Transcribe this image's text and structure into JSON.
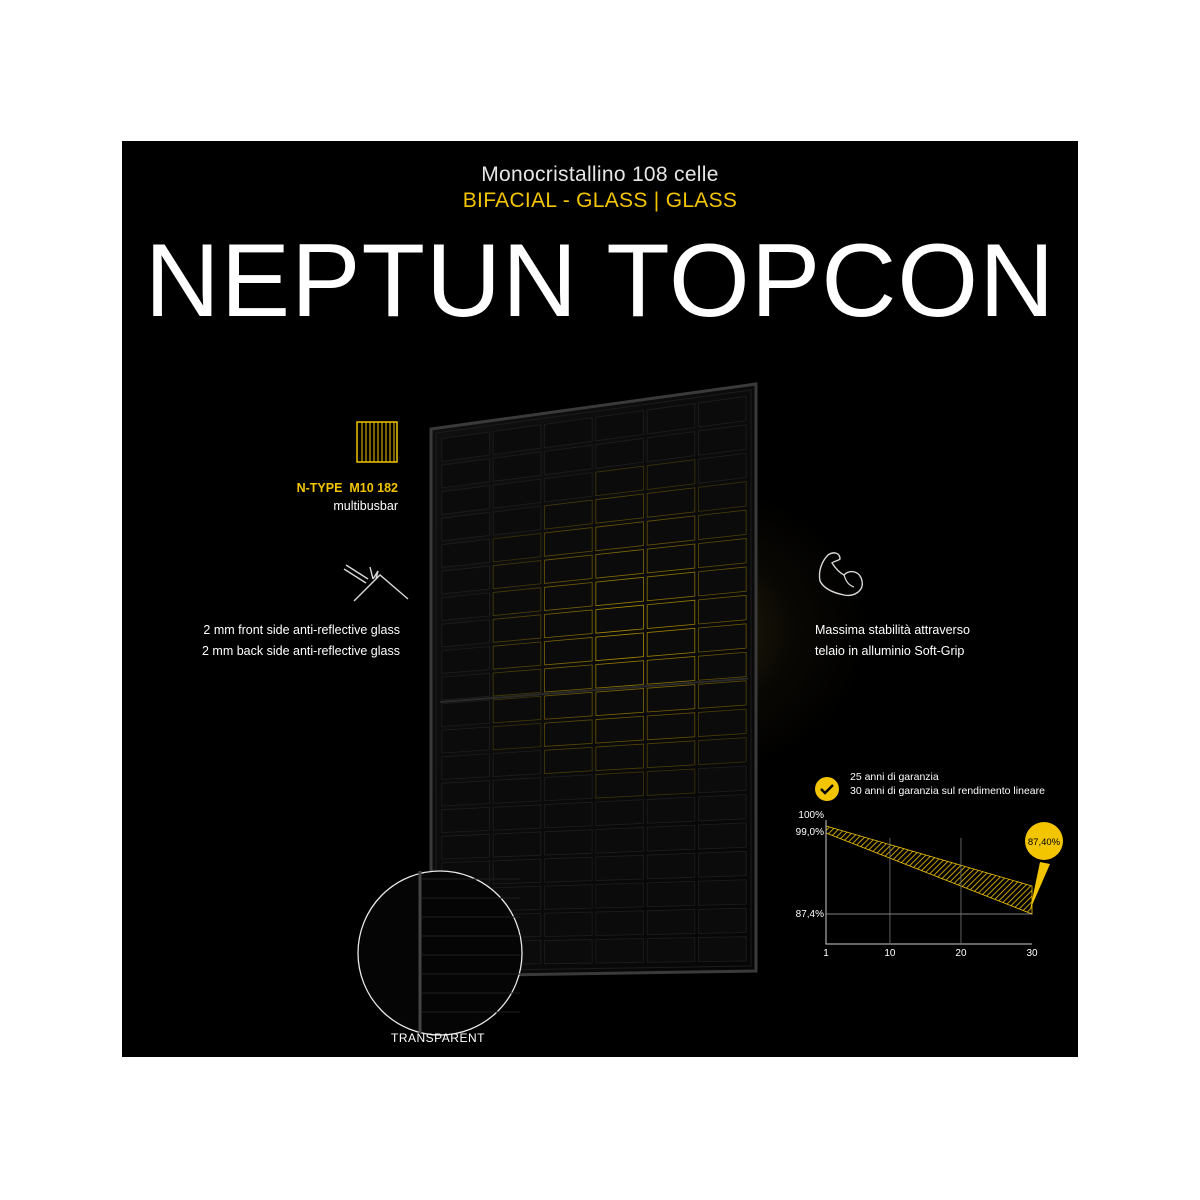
{
  "header": {
    "subtitle_line1": "Monocristallino 108 celle",
    "subtitle_line2": "BIFACIAL - GLASS | GLASS",
    "title": "NEPTUN TOPCON"
  },
  "features": {
    "cell": {
      "icon": "cell-grid-icon",
      "type_label": "N-TYPE  M10 182",
      "tech_label": "multibusbar"
    },
    "glass": {
      "icon": "glass-reflection-icon",
      "line1": "2 mm front side anti-reflective glass",
      "line2": "2 mm back side anti-reflective glass"
    },
    "frame": {
      "icon": "flexed-arm-icon",
      "line1": "Massima stabilità attraverso",
      "line2": "telaio in alluminio Soft-Grip"
    },
    "transparent": {
      "label": "TRANSPARENT"
    }
  },
  "warranty": {
    "icon": "checkmark-badge-icon",
    "line1": "25 anni di garanzia",
    "line2": "30 anni di garanzia sul rendimento lineare"
  },
  "colors": {
    "accent": "#f2c500",
    "background": "#000000",
    "text": "#ffffff"
  },
  "chart_data": {
    "type": "area",
    "x_ticks": [
      "1",
      "10",
      "20",
      "30"
    ],
    "y_ticks": [
      "100%",
      "99,0%",
      "87,4%"
    ],
    "series": [
      {
        "x": [
          1,
          30
        ],
        "y": [
          100,
          87.4
        ]
      },
      {
        "x": [
          1,
          30
        ],
        "y": [
          99.0,
          87.4
        ]
      }
    ],
    "callout": "87,40%",
    "xlim": [
      1,
      30
    ],
    "ylim": [
      87.4,
      100
    ]
  }
}
